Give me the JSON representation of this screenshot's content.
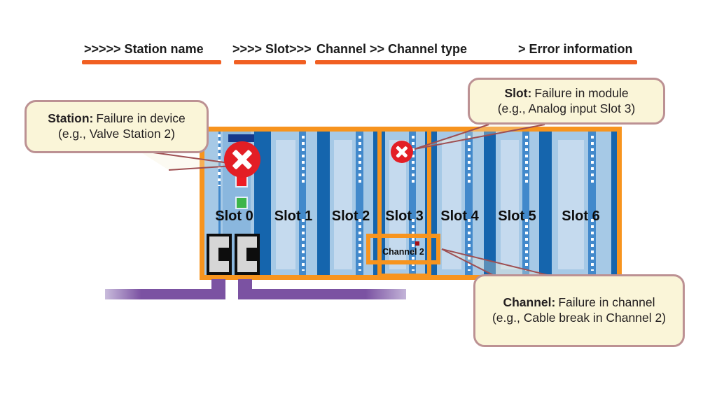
{
  "legend": {
    "segments": [
      ">>>>> Station name",
      ">>>> Slot>>>",
      "Channel >> Channel type",
      "> Error information"
    ]
  },
  "callouts": {
    "station": {
      "lead": "Station:",
      "text": "Failure in device",
      "example": "(e.g., Valve Station 2)"
    },
    "slot": {
      "lead": "Slot:",
      "text": "Failure in module",
      "example": "(e.g., Analog input Slot 3)"
    },
    "channel": {
      "lead": "Channel:",
      "text": "Failure in channel",
      "example": "(e.g., Cable break in Channel 2)"
    }
  },
  "rack": {
    "slots": [
      {
        "label": "Slot 0",
        "error": true
      },
      {
        "label": "Slot 1",
        "error": false
      },
      {
        "label": "Slot 2",
        "error": false
      },
      {
        "label": "Slot 3",
        "error": true
      },
      {
        "label": "Slot 4",
        "error": false
      },
      {
        "label": "Slot 5",
        "error": false
      },
      {
        "label": "Slot 6",
        "error": false
      }
    ],
    "channel_marker": {
      "label": "Channel 2"
    }
  },
  "colors": {
    "highlight_orange": "#f7941e",
    "underline_orange": "#f15f22",
    "rack_light_blue": "#a6c9e6",
    "module_dark_blue": "#1565ad",
    "module_panel_blue": "#c5daee",
    "error_red": "#e31e25",
    "led_red": "#ed1c24",
    "led_green": "#3db54a",
    "bus_purple": "#7b52a2",
    "callout_bg": "#faf5d8",
    "callout_border": "#bc9193"
  }
}
